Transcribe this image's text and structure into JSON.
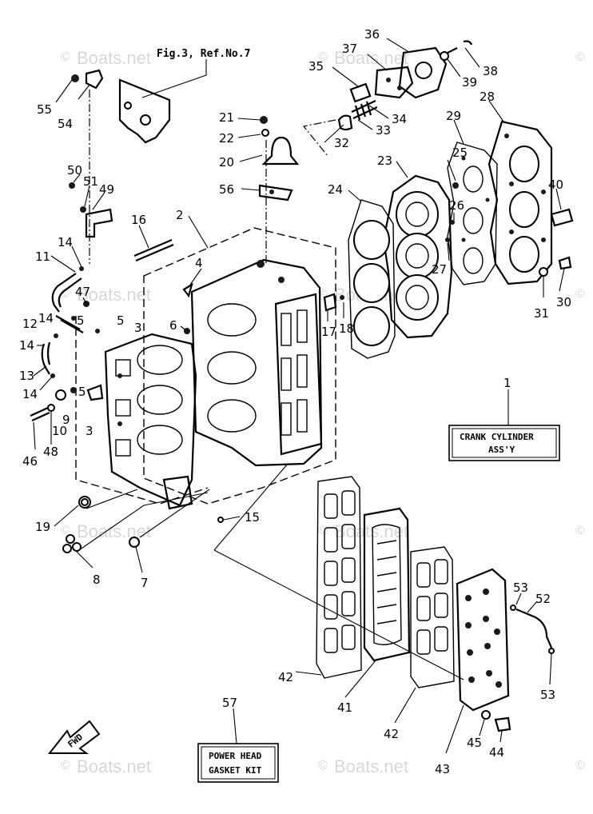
{
  "reference_note": "Fig.3, Ref.No.7",
  "assembly_box": {
    "line1": "CRANK CYLINDER",
    "line2": "ASS'Y"
  },
  "kit_box": {
    "line1": "POWER HEAD",
    "line2": "GASKET KIT"
  },
  "fwd_arrow": "FWD",
  "watermark": {
    "symbol": "©",
    "text": "Boats.net"
  },
  "callouts": [
    "1",
    "2",
    "3",
    "3",
    "4",
    "5",
    "5",
    "5",
    "6",
    "7",
    "8",
    "9",
    "10",
    "11",
    "12",
    "13",
    "14",
    "14",
    "14",
    "14",
    "15",
    "16",
    "17",
    "18",
    "19",
    "20",
    "21",
    "22",
    "23",
    "24",
    "25",
    "26",
    "27",
    "28",
    "29",
    "30",
    "31",
    "32",
    "33",
    "34",
    "35",
    "36",
    "37",
    "38",
    "39",
    "40",
    "41",
    "42",
    "42",
    "43",
    "44",
    "45",
    "46",
    "47",
    "48",
    "49",
    "50",
    "51",
    "52",
    "53",
    "53",
    "54",
    "55",
    "56",
    "57"
  ]
}
